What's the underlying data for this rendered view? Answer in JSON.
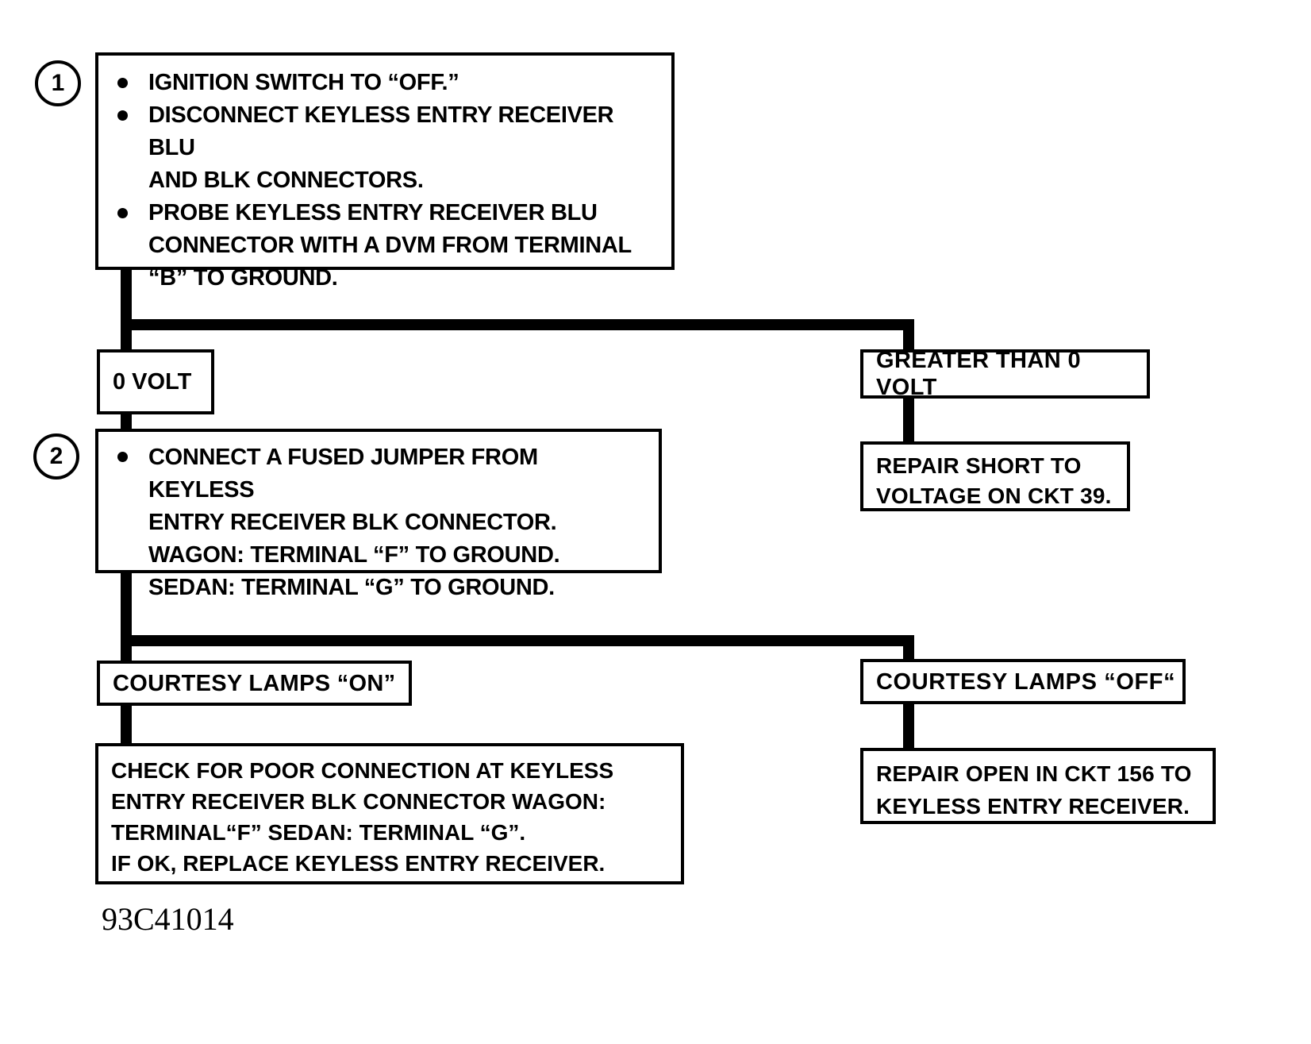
{
  "diagram": {
    "title": "Keyless Entry Receiver Diagnostic Flowchart",
    "footer_code": "93C41014",
    "line_color": "#000000",
    "background_color": "#ffffff"
  },
  "steps": [
    {
      "number": "1"
    },
    {
      "number": "2"
    }
  ],
  "nodes": {
    "step1": {
      "id": "step1",
      "step_number": "1",
      "bullets": [
        "IGNITION SWITCH TO “OFF.”",
        "DISCONNECT KEYLESS ENTRY RECEIVER BLU\nAND BLK CONNECTORS.",
        "PROBE KEYLESS ENTRY RECEIVER BLU\nCONNECTOR WITH A DVM FROM TERMINAL\n“B” TO GROUND."
      ]
    },
    "zero_volt": {
      "id": "zero_volt",
      "label": "0 VOLT"
    },
    "greater_than_zero_volt": {
      "id": "greater_than_zero_volt",
      "label": "GREATER THAN 0 VOLT"
    },
    "repair_short": {
      "id": "repair_short",
      "label": "REPAIR SHORT TO\nVOLTAGE ON CKT 39."
    },
    "step2": {
      "id": "step2",
      "step_number": "2",
      "bullets": [
        "CONNECT A FUSED JUMPER FROM KEYLESS\nENTRY RECEIVER BLK CONNECTOR.\nWAGON: TERMINAL “F” TO GROUND.\nSEDAN:  TERMINAL “G” TO GROUND."
      ]
    },
    "lamps_on": {
      "id": "lamps_on",
      "label": "COURTESY LAMPS “ON”"
    },
    "lamps_off": {
      "id": "lamps_off",
      "label": "COURTESY LAMPS “OFF“"
    },
    "check_poor_connection": {
      "id": "check_poor_connection",
      "label": "CHECK FOR POOR CONNECTION AT KEYLESS\nENTRY RECEIVER BLK CONNECTOR  WAGON:\nTERMINAL“F”   SEDAN:  TERMINAL “G”.\nIF OK, REPLACE KEYLESS ENTRY RECEIVER."
    },
    "repair_open": {
      "id": "repair_open",
      "label": "REPAIR OPEN IN CKT 156 TO\nKEYLESS ENTRY RECEIVER."
    }
  }
}
